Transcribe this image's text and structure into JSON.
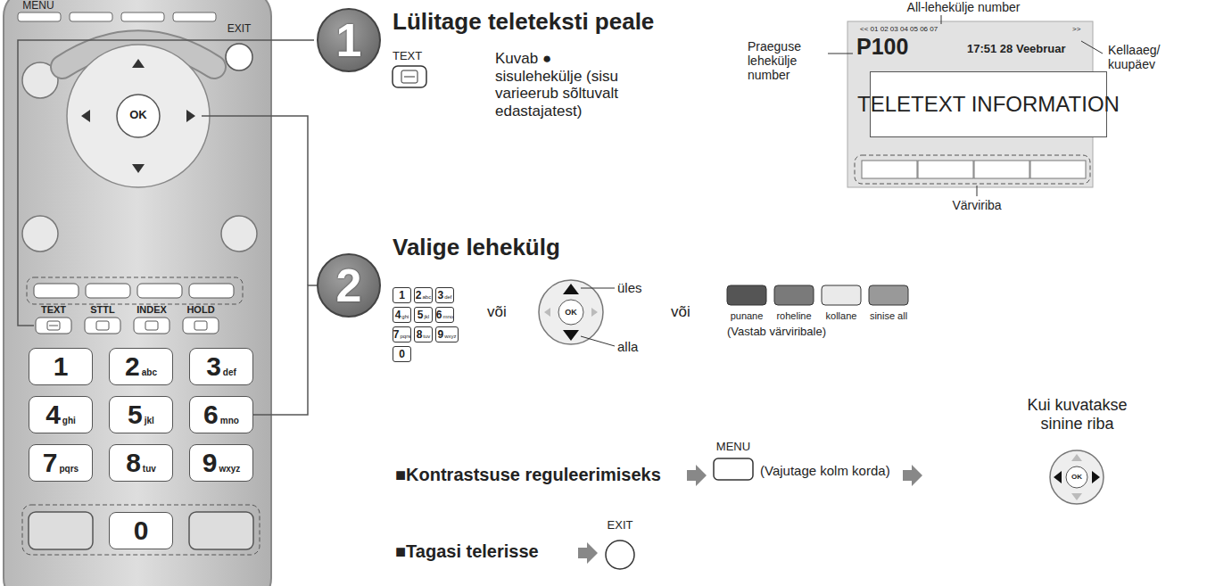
{
  "diagram": {
    "nodes": [
      {
        "text": [
          "1"
        ]
      },
      {
        "text": [
          "2",
          "abc"
        ]
      },
      {
        "text": [
          "3",
          "def"
        ]
      },
      {
        "text": [
          "4",
          "ghi"
        ]
      },
      {
        "text": [
          "5",
          "jkl"
        ]
      },
      {
        "text": [
          "6",
          "mno"
        ]
      },
      {
        "text": [
          "7",
          "pqrs"
        ]
      },
      {
        "text": [
          "8",
          "tuv"
        ]
      },
      {
        "text": [
          "9",
          "wxyz"
        ]
      },
      {
        "text": [
          "0"
        ]
      },
      {
        "text": [
          "1"
        ]
      },
      {
        "text": [
          "<< 01 02 03 04 05 06 07",
          ">>",
          "P100",
          "17:51 28 Veebruar"
        ]
      },
      {
        "text": [
          "TELETEXT INFORMATION"
        ],
        "in": 11
      },
      {
        "text": [
          "2"
        ]
      },
      {
        "text": [
          "1"
        ]
      },
      {
        "text": [
          "2",
          "abc"
        ]
      },
      {
        "text": [
          "3",
          "def"
        ]
      },
      {
        "text": [
          "4",
          "ghi"
        ]
      },
      {
        "text": [
          "5",
          "jkl"
        ]
      },
      {
        "text": [
          "6",
          "mno"
        ]
      },
      {
        "text": [
          "7",
          "pqrs"
        ]
      },
      {
        "text": [
          "8",
          "tuv"
        ]
      },
      {
        "text": [
          "9",
          "wxyz"
        ]
      },
      {
        "text": [
          "0"
        ]
      }
    ],
    "edges": [
      {
        "from": 13,
        "to": 5,
        "arrow": "none"
      }
    ],
    "labels": [
      "MENU",
      "EXIT",
      "TEXT",
      "STTL",
      "INDEX",
      "HOLD",
      "Lülitage teleteksti peale",
      "TEXT",
      "Kuvab ● sisulehekülje (sisu varieerub sõltuvalt edastajatest)",
      "All-lehekülje number",
      "Praeguse lehekülje number",
      "Kellaaeg/ kuupäev",
      "Värviriba",
      "Valige lehekülg",
      "või",
      "üles",
      "alla",
      "või",
      "punane",
      "roheline",
      "kollane",
      "sinise all",
      "(Vastab värviribale)",
      "■Kontrastsuse reguleerimiseks",
      "MENU",
      "(Vajutage kolm korda)",
      "Kui kuvatakse sinine riba",
      "■Tagasi telerisse",
      "EXIT",
      "OK",
      "OK",
      "OK"
    ]
  }
}
